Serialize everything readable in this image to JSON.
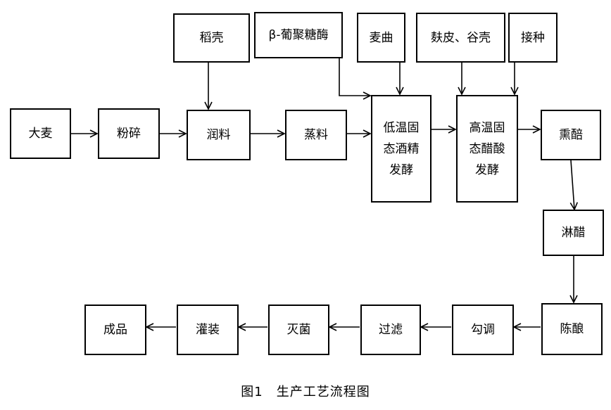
{
  "nodes": {
    "damai": "大麦",
    "fensui": "粉碎",
    "runliao": "润料",
    "zhengliao": "蒸料",
    "ethanol_ferment": "低温固\n态酒精\n发酵",
    "acetic_ferment": "高温固\n态醋酸\n发酵",
    "xuncu": "熏醅",
    "daoke": "稻壳",
    "beta_glucanase": "β-葡聚糖酶",
    "maiqu": "麦曲",
    "fupi_guke": "麸皮、谷壳",
    "jiezhong": "接种",
    "linchu": "淋醋",
    "chenniang": "陈酿",
    "goudiao": "勾调",
    "guolv": "过滤",
    "miejun": "灭菌",
    "guanzhuang": "灌装",
    "chengpin": "成品"
  },
  "caption": "图1　生产工艺流程图",
  "colors": {
    "stroke": "#000000",
    "fill": "#ffffff"
  }
}
